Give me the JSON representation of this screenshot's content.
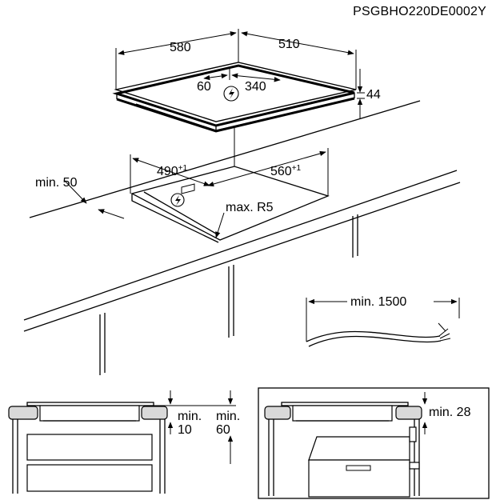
{
  "document_code": "PSGBHO220DE0002Y",
  "hob": {
    "width": "580",
    "depth": "510",
    "height": "44",
    "connection_left": "60",
    "connection_right": "340"
  },
  "cutout": {
    "width": "490",
    "width_tolerance": "+1",
    "depth": "560",
    "depth_tolerance": "+1",
    "edge_distance": "min. 50",
    "radius": "max. R5"
  },
  "cable": {
    "length": "min. 1500"
  },
  "installation_left": {
    "top_label": "min.",
    "top_value": "10",
    "bottom_label": "min.",
    "bottom_value": "60"
  },
  "installation_right": {
    "gap": "min. 28"
  }
}
